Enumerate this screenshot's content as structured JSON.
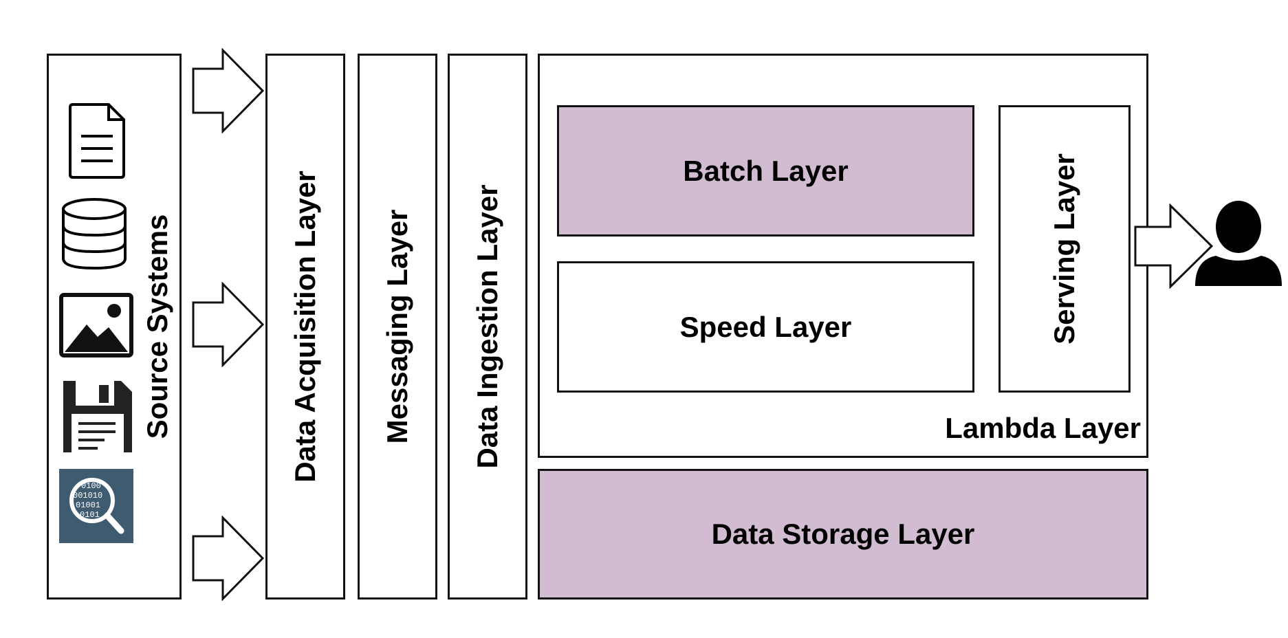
{
  "diagram": {
    "source_systems": {
      "label": "Source Systems",
      "icons": [
        "document-icon",
        "database-icon",
        "image-icon",
        "floppy-disk-icon",
        "data-search-icon"
      ],
      "data_search_icon_digits": [
        "0100",
        "001010",
        "01001",
        "0101"
      ]
    },
    "layers": {
      "data_acquisition": "Data Acquisition Layer",
      "messaging": "Messaging Layer",
      "data_ingestion": "Data Ingestion Layer",
      "lambda": "Lambda Layer",
      "batch": "Batch Layer",
      "speed": "Speed Layer",
      "serving": "Serving Layer",
      "data_storage": "Data Storage Layer"
    },
    "consumer_icon": "user-icon",
    "colors": {
      "highlight_fill": "#d2bcd2",
      "stroke": "#111111",
      "search_tile": "#3f5b70"
    }
  }
}
